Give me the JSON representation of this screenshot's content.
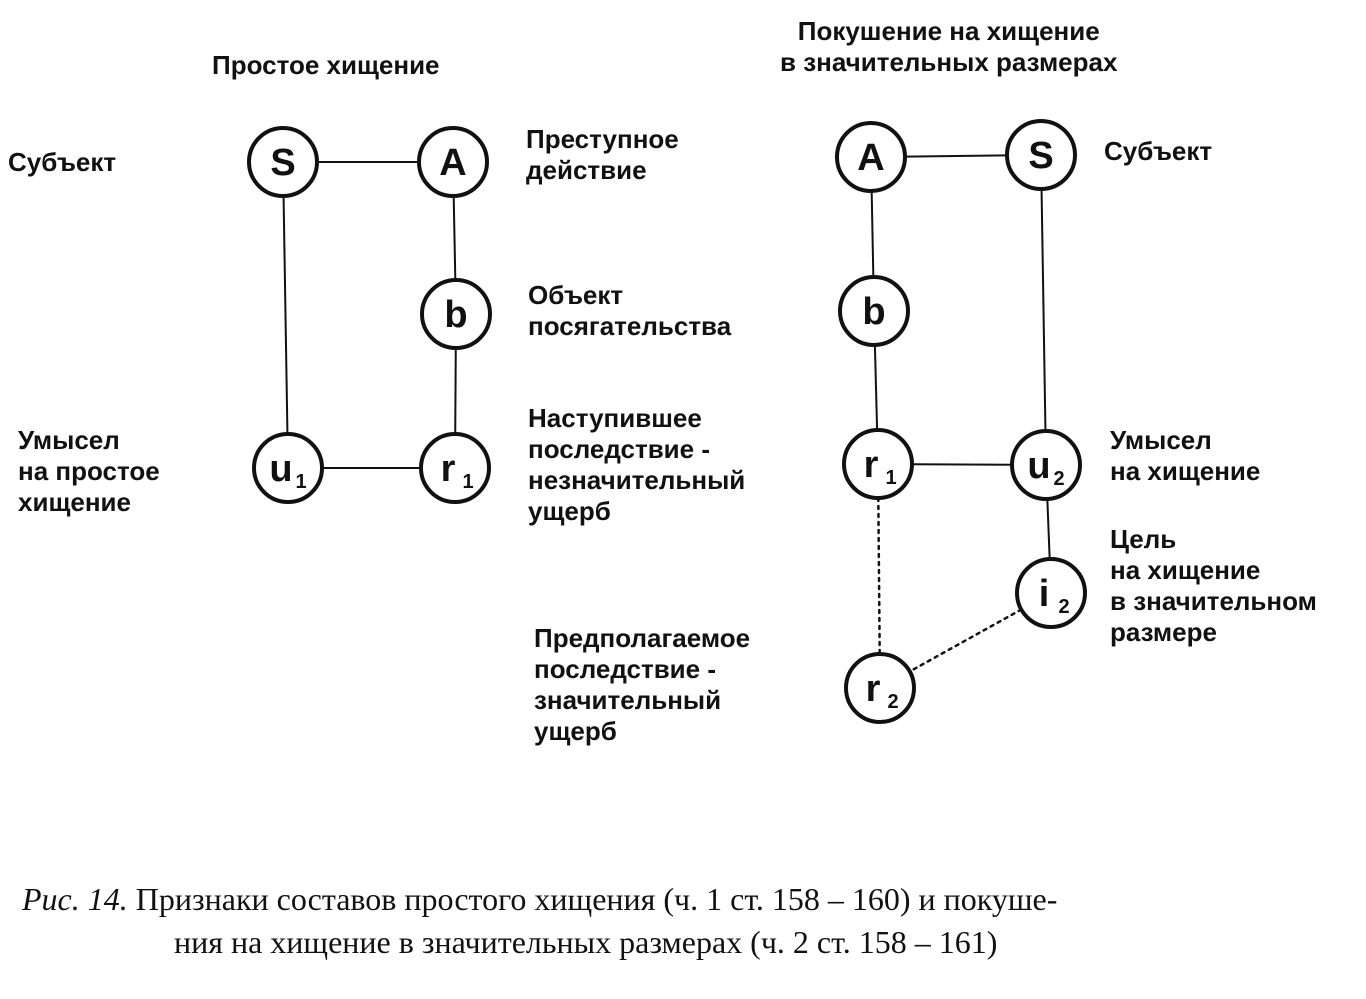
{
  "left_diagram": {
    "title": "Простое хищение",
    "labels": {
      "subject": [
        "Субъект"
      ],
      "action": [
        "Преступное",
        "действие"
      ],
      "object": [
        "Объект",
        "посягательства"
      ],
      "intent": [
        "Умысел",
        "на простое",
        "хищение"
      ],
      "consequence": [
        "Наступившее",
        "последствие -",
        "незначительный",
        "ущерб"
      ]
    },
    "nodes": {
      "S": {
        "letter": "S",
        "sub": ""
      },
      "A": {
        "letter": "A",
        "sub": ""
      },
      "b": {
        "letter": "b",
        "sub": ""
      },
      "u1": {
        "letter": "u",
        "sub": "1"
      },
      "r1": {
        "letter": "r",
        "sub": "1"
      }
    }
  },
  "right_diagram": {
    "title": [
      "Покушение на хищение",
      "в значительных размерах"
    ],
    "labels": {
      "subject": [
        "Субъект"
      ],
      "intent": [
        "Умысел",
        "на хищение"
      ],
      "goal": [
        "Цель",
        "на хищение",
        "в значительном",
        "размере"
      ],
      "expected_consequence": [
        "Предполагаемое",
        "последствие -",
        "значительный",
        "ущерб"
      ]
    },
    "nodes": {
      "A": {
        "letter": "A",
        "sub": ""
      },
      "S": {
        "letter": "S",
        "sub": ""
      },
      "b": {
        "letter": "b",
        "sub": ""
      },
      "r1": {
        "letter": "r",
        "sub": "1"
      },
      "u2": {
        "letter": "u",
        "sub": "2"
      },
      "i2": {
        "letter": "i",
        "sub": "2"
      },
      "r2": {
        "letter": "r",
        "sub": "2"
      }
    }
  },
  "caption": {
    "figure": "Рис. 14.",
    "line1": "Признаки составов простого хищения (ч. 1 ст. 158 – 160) и покуше-",
    "line2": "ния на хищение в значительных размерах (ч. 2 ст. 158 – 161)"
  }
}
